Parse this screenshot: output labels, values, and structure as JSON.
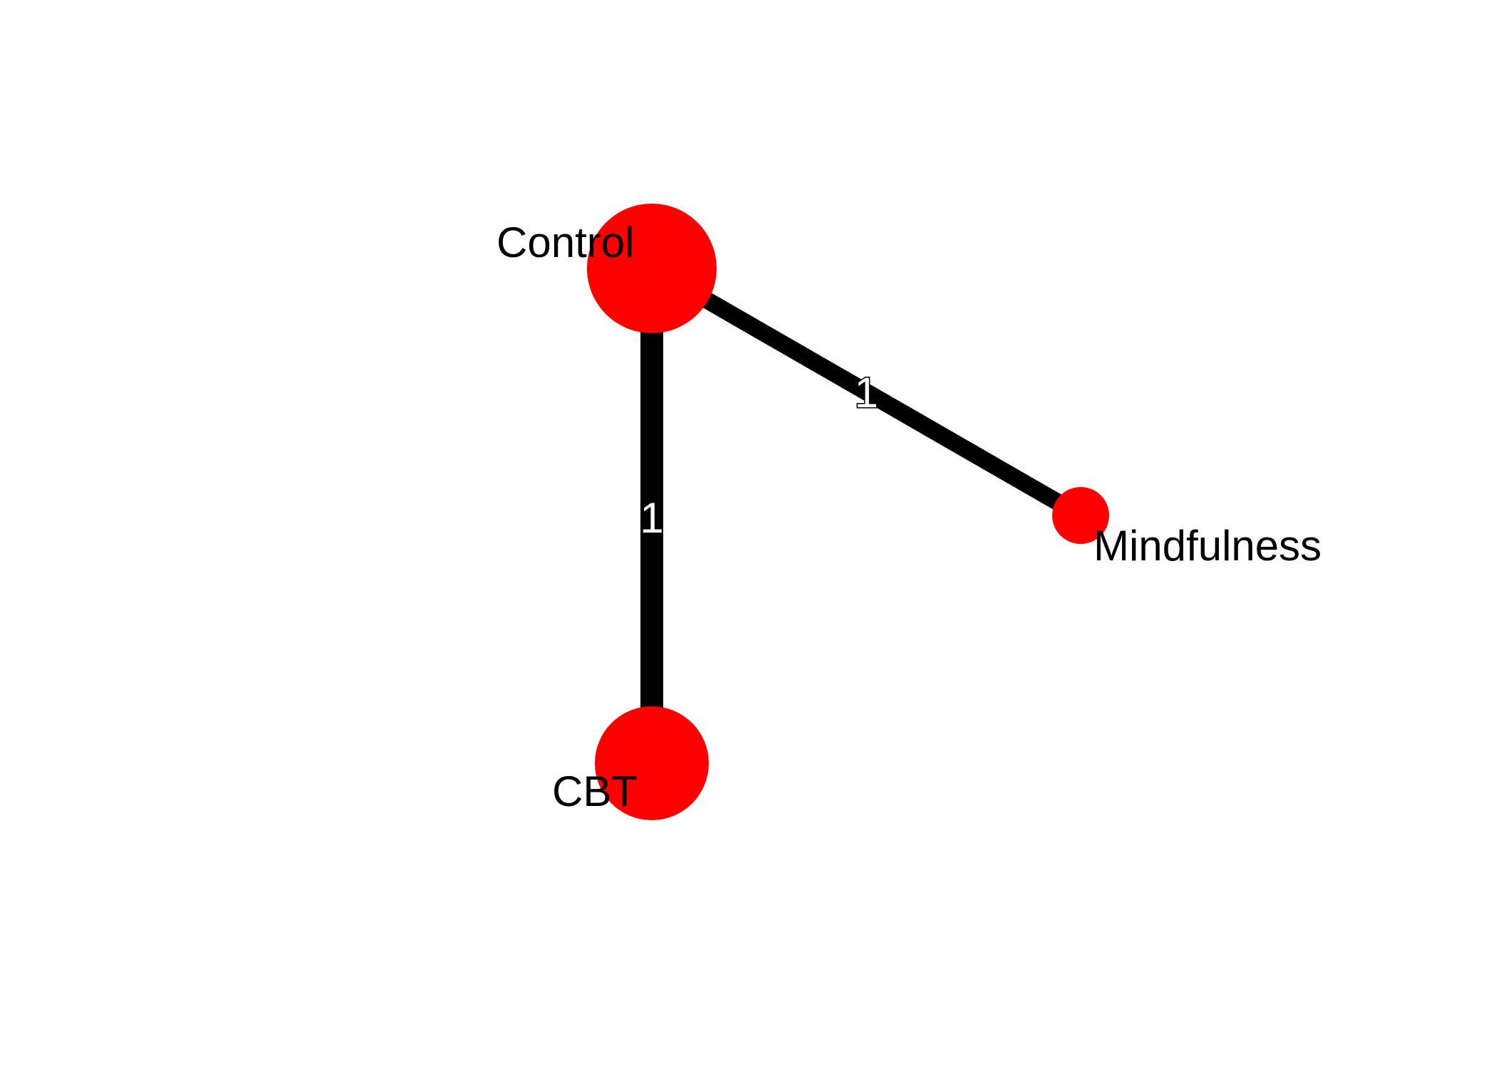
{
  "colors": {
    "background": "#ffffff",
    "node": "#ff0000",
    "edge": "#000000",
    "label": "#000000",
    "edge_label": "#ffffff"
  },
  "nodes": [
    {
      "id": "control",
      "label": "Control"
    },
    {
      "id": "cbt",
      "label": "CBT"
    },
    {
      "id": "mindfulness",
      "label": "Mindfulness"
    }
  ],
  "edges": [
    {
      "from": "control",
      "to": "cbt",
      "label": "1"
    },
    {
      "from": "control",
      "to": "mindfulness",
      "label": "1"
    }
  ]
}
